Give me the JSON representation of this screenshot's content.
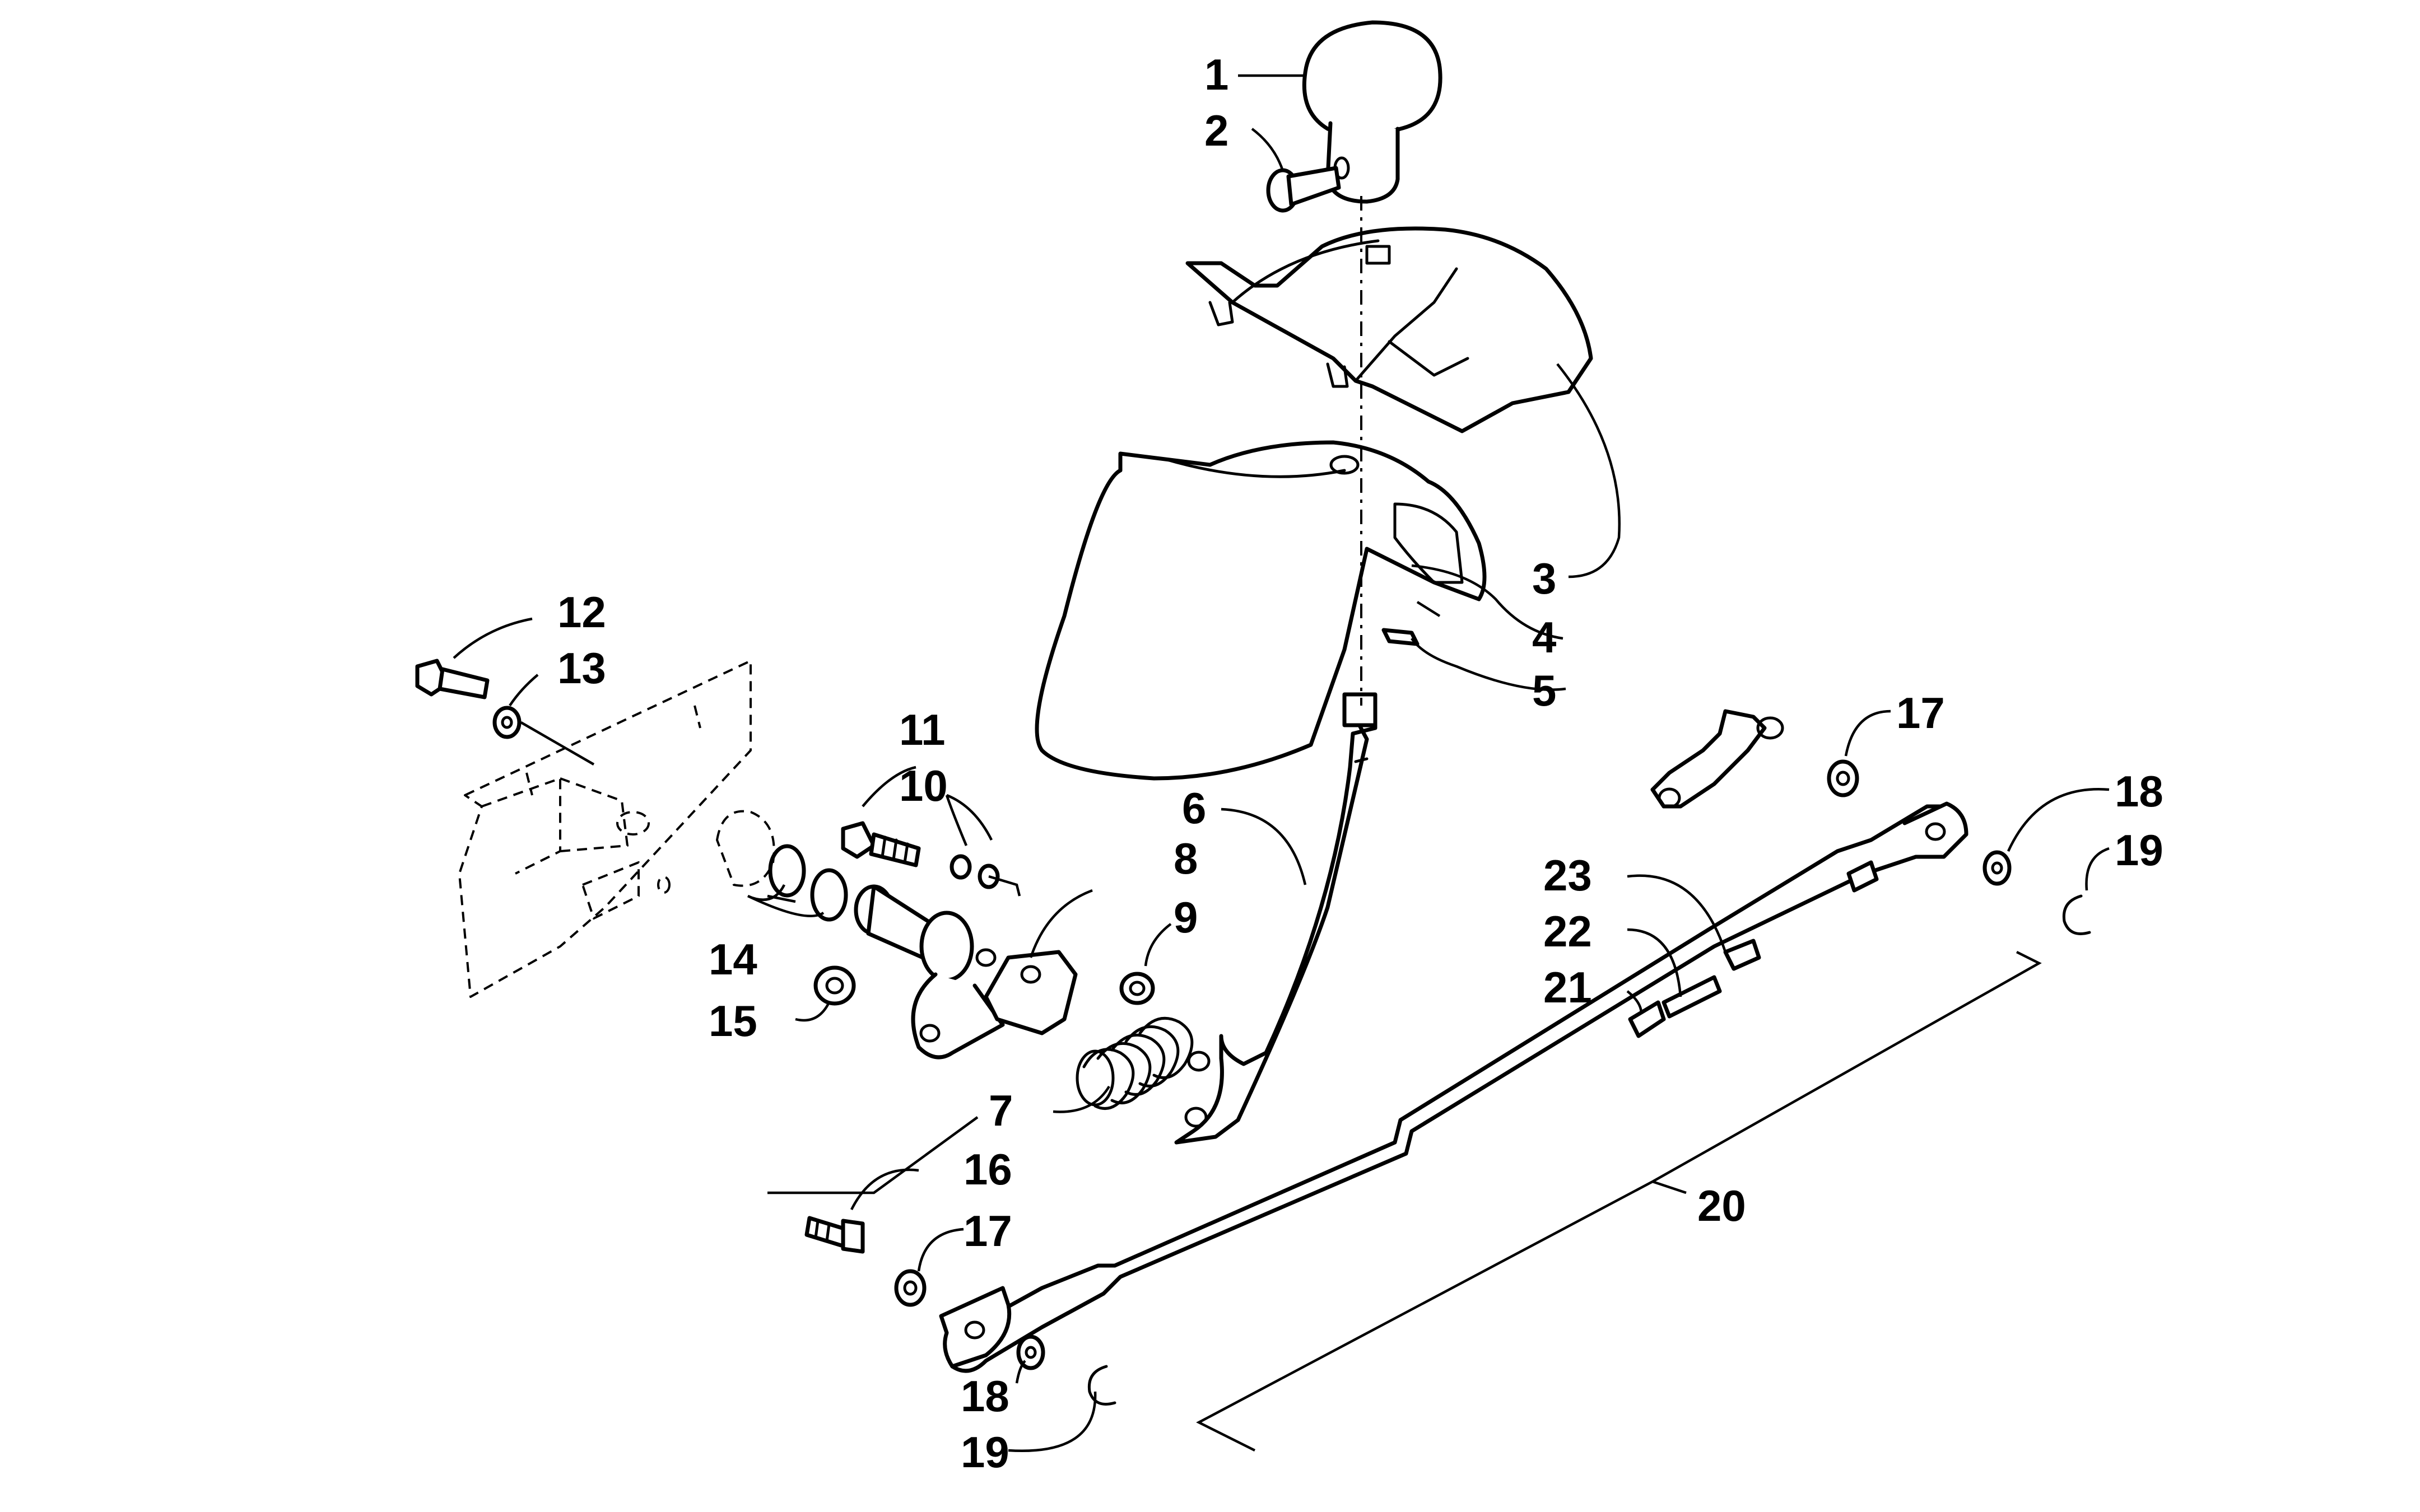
{
  "callouts": [
    {
      "id": "c1",
      "text": "1"
    },
    {
      "id": "c2",
      "text": "2"
    },
    {
      "id": "c3",
      "text": "3"
    },
    {
      "id": "c4",
      "text": "4"
    },
    {
      "id": "c5",
      "text": "5"
    },
    {
      "id": "c6",
      "text": "6"
    },
    {
      "id": "c7",
      "text": "7"
    },
    {
      "id": "c8",
      "text": "8"
    },
    {
      "id": "c9",
      "text": "9"
    },
    {
      "id": "c10",
      "text": "10"
    },
    {
      "id": "c11",
      "text": "11"
    },
    {
      "id": "c12",
      "text": "12"
    },
    {
      "id": "c13",
      "text": "13"
    },
    {
      "id": "c14",
      "text": "14"
    },
    {
      "id": "c15",
      "text": "15"
    },
    {
      "id": "c16",
      "text": "16"
    },
    {
      "id": "c17a",
      "text": "17"
    },
    {
      "id": "c17b",
      "text": "17"
    },
    {
      "id": "c18a",
      "text": "18"
    },
    {
      "id": "c18b",
      "text": "18"
    },
    {
      "id": "c19a",
      "text": "19"
    },
    {
      "id": "c19b",
      "text": "19"
    },
    {
      "id": "c20",
      "text": "20"
    },
    {
      "id": "c21",
      "text": "21"
    },
    {
      "id": "c22",
      "text": "22"
    },
    {
      "id": "c23",
      "text": "23"
    }
  ]
}
